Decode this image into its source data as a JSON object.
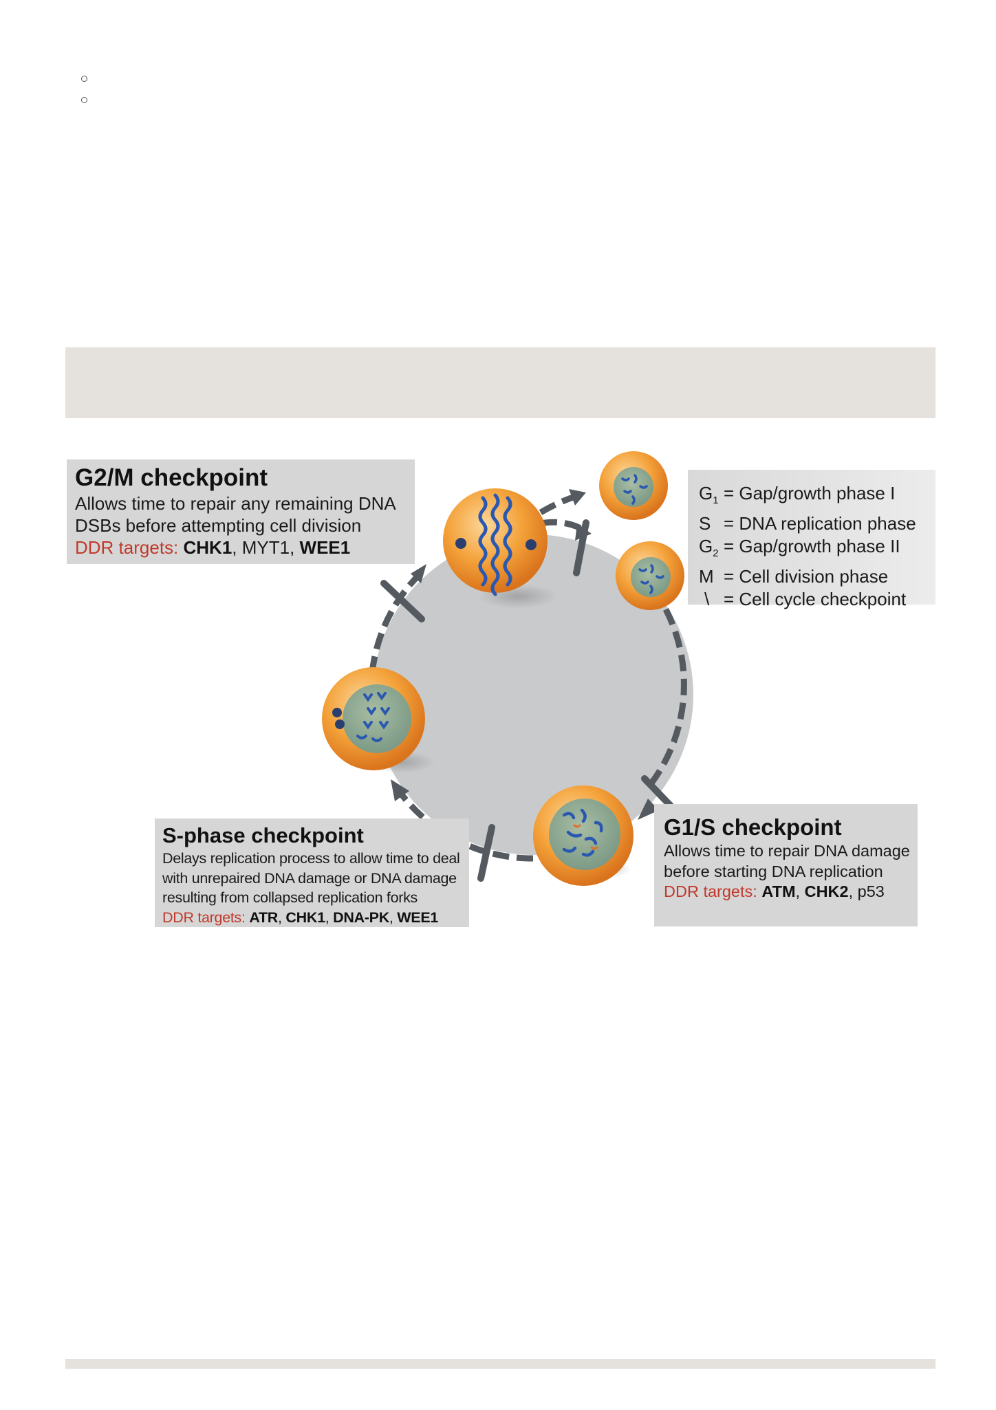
{
  "colors": {
    "band": "#e5e1dd",
    "box": "#d6d6d6",
    "ddr_label": "#c0392b",
    "cycle_fill": "#c9cacc",
    "arrow": "#555a60",
    "cell_orange": "#f29a2e",
    "nucleus": "#8ea88e",
    "chromosome": "#2a58b0"
  },
  "icons": [
    "bullet-circle-icon",
    "cell-icon",
    "chromosome-icon",
    "checkpoint-bar-icon",
    "arrow-head-icon"
  ],
  "g2m": {
    "title": "G2/M checkpoint",
    "line1": "Allows time to repair any remaining DNA",
    "line2": "DSBs before attempting cell division",
    "ddr_label": "DDR targets:",
    "t1": "CHK1",
    "sep1": ", ",
    "t2": "MYT1",
    "sep2": ", ",
    "t3": "WEE1"
  },
  "legend": {
    "rows": [
      {
        "sym": "G",
        "sub": "1",
        "text": "= Gap/growth phase I"
      },
      {
        "sym": "S",
        "sub": "",
        "text": "= DNA replication phase"
      },
      {
        "sym": "G",
        "sub": "2",
        "text": "= Gap/growth phase II"
      },
      {
        "sym": "M",
        "sub": "",
        "text": "= Cell division phase"
      },
      {
        "sym": "\\",
        "sub": "",
        "text": "= Cell cycle checkpoint"
      }
    ]
  },
  "sphase": {
    "title": "S-phase checkpoint",
    "line1": "Delays replication process to allow time to deal",
    "line2": "with unrepaired DNA damage or DNA damage",
    "line3": "resulting from collapsed replication forks",
    "ddr_label": "DDR targets:",
    "t1": "ATR",
    "sep1": ", ",
    "t2": "CHK1",
    "sep2": ", ",
    "t3": "DNA-PK",
    "sep3": ", ",
    "t4": "WEE1"
  },
  "g1s": {
    "title": "G1/S checkpoint",
    "line1": "Allows time to repair DNA damage",
    "line2": "before starting DNA replication",
    "ddr_label": "DDR targets:",
    "t1": "ATM",
    "sep1": ", ",
    "t2": "CHK2",
    "sep2": ", ",
    "t3": "p53"
  }
}
